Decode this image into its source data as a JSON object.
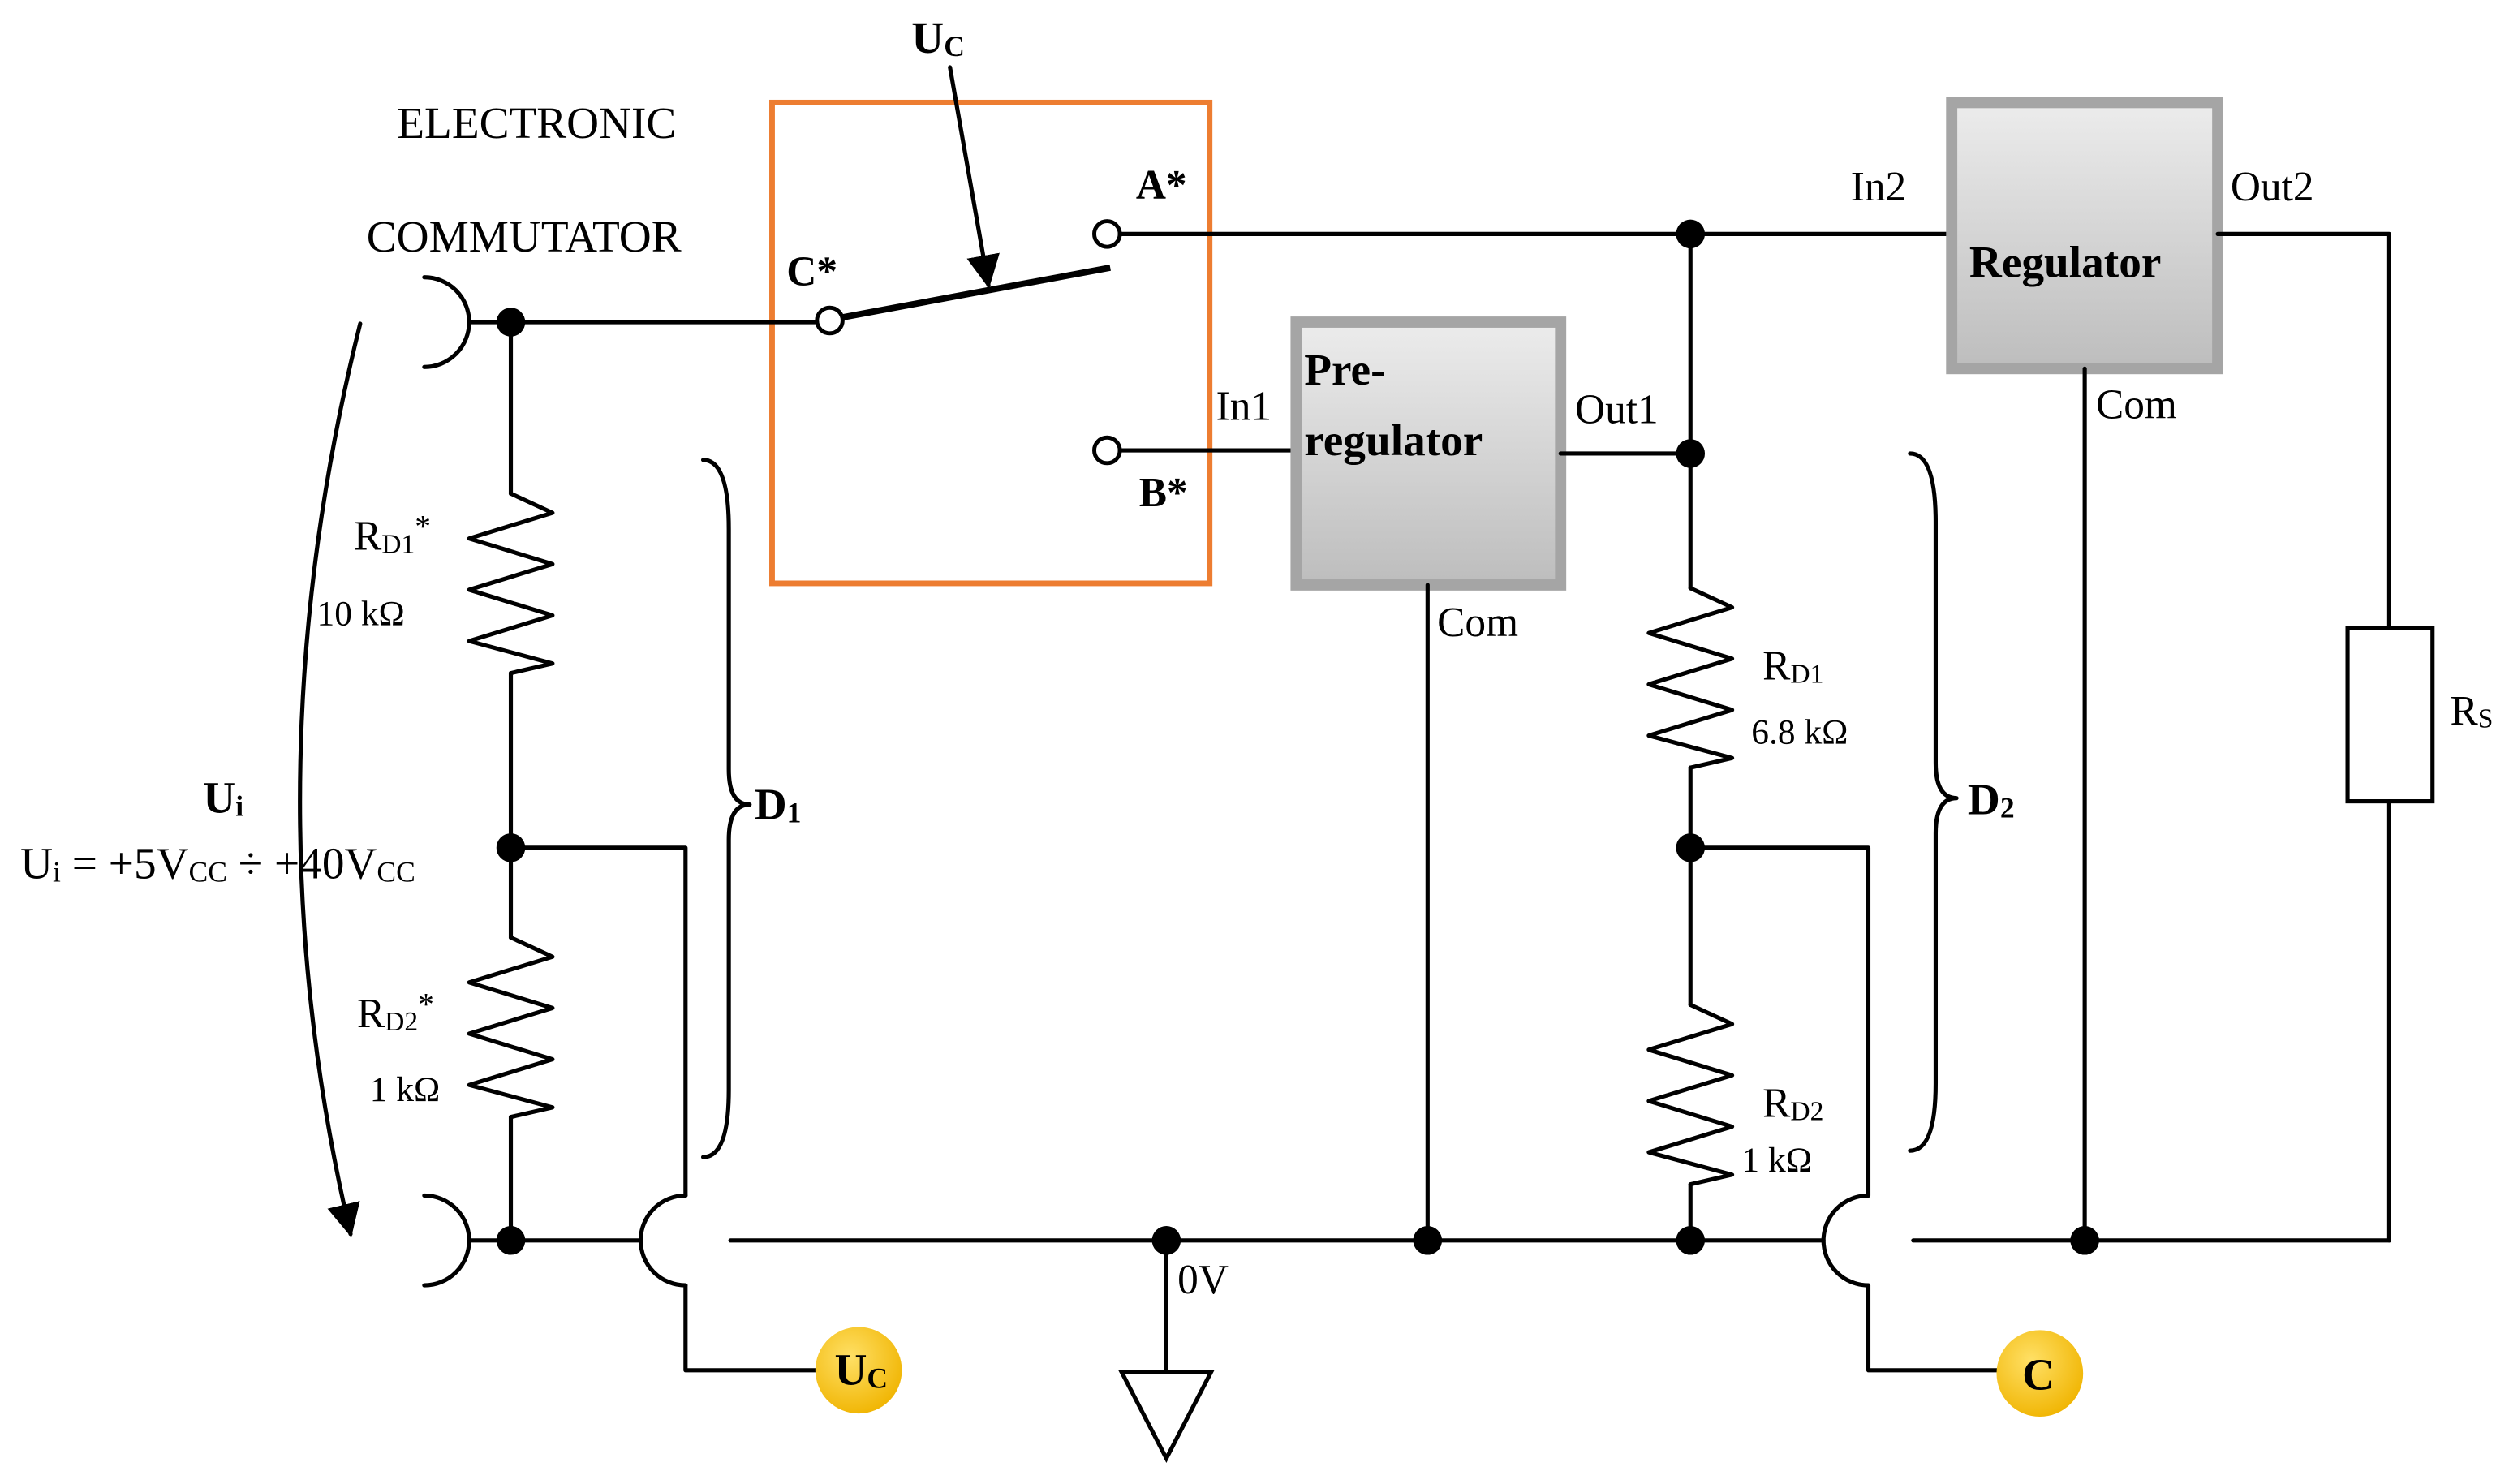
{
  "commutator": {
    "title_line1": "ELECTRONIC",
    "title_line2": "COMMUTATOR",
    "control": {
      "main": "U",
      "sub": "C"
    },
    "terminal_a": "A*",
    "terminal_b": "B*",
    "terminal_c": "C*",
    "frame_color": "#ED7D31"
  },
  "input": {
    "symbol": {
      "main": "U",
      "sub": "i"
    },
    "range": {
      "a": "U",
      "a_sub": "i",
      "b": " = +5V",
      "b_sub": "CC",
      "c": " ÷ +40V",
      "c_sub": "CC"
    }
  },
  "divider1": {
    "label": {
      "main": "D",
      "sub": "1"
    },
    "r1": {
      "main": "R",
      "sub": "D1",
      "suffix": "*",
      "value": "10 kΩ"
    },
    "r2": {
      "main": "R",
      "sub": "D2",
      "suffix": "*",
      "value": "1 kΩ"
    }
  },
  "preregulator": {
    "line1": "Pre-",
    "line2": "regulator",
    "in": "In1",
    "out": "Out1",
    "com": "Com"
  },
  "regulator": {
    "title": "Regulator",
    "in": "In2",
    "out": "Out2",
    "com": "Com"
  },
  "divider2": {
    "label": {
      "main": "D",
      "sub": "2"
    },
    "r1": {
      "main": "R",
      "sub": "D1",
      "value": "6.8 kΩ"
    },
    "r2": {
      "main": "R",
      "sub": "D2",
      "value": "1 kΩ"
    }
  },
  "load": {
    "main": "R",
    "sub": "S"
  },
  "ground": {
    "label": "0V"
  },
  "outputs": {
    "uc": {
      "main": "U",
      "sub": "C"
    },
    "c": {
      "main": "C"
    },
    "badge_color": "#FFC000"
  },
  "colors": {
    "box_fill": "#c9c9c9",
    "box_border": "#a5a5a5",
    "wire": "#000000"
  }
}
